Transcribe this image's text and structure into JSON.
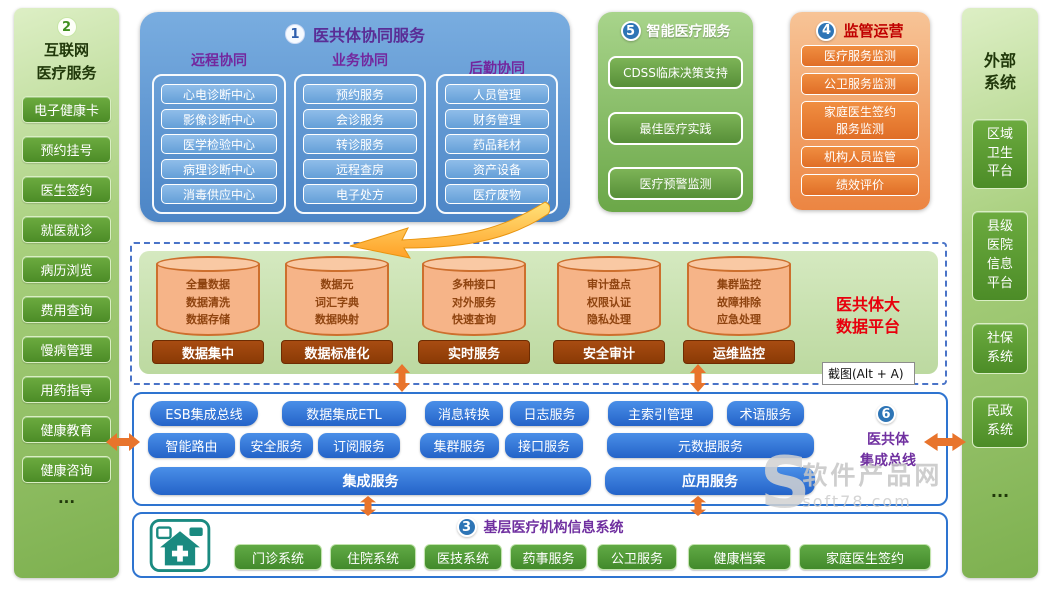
{
  "left_sidebar": {
    "badge": "2",
    "title_lines": [
      "互联网",
      "医疗服务"
    ],
    "items": [
      "电子健康卡",
      "预约挂号",
      "医生签约",
      "就医就诊",
      "病历浏览",
      "费用查询",
      "慢病管理",
      "用药指导",
      "健康教育",
      "健康咨询"
    ],
    "more": "..."
  },
  "collaboration": {
    "badge": "1",
    "title": "医共体协同服务",
    "columns": [
      {
        "header": "远程协同",
        "items": [
          "心电诊断中心",
          "影像诊断中心",
          "医学检验中心",
          "病理诊断中心",
          "消毒供应中心"
        ]
      },
      {
        "header": "业务协同",
        "items": [
          "预约服务",
          "会诊服务",
          "转诊服务",
          "远程查房",
          "电子处方"
        ]
      },
      {
        "header": "后勤协同",
        "items": [
          "人员管理",
          "财务管理",
          "药品耗材",
          "资产设备",
          "医疗废物"
        ]
      }
    ]
  },
  "smart_medical": {
    "badge": "5",
    "title": "智能医疗服务",
    "items": [
      "CDSS临床决策支持",
      "最佳医疗实践",
      "医疗预警监测"
    ]
  },
  "supervision": {
    "badge": "4",
    "title": "监管运营",
    "items": [
      "医疗服务监测",
      "公卫服务监测",
      "家庭医生签约服务监测",
      "机构人员监管",
      "绩效评价"
    ]
  },
  "platform": {
    "title_lines": [
      "医共体大",
      "数据平台"
    ],
    "modules": [
      {
        "lines": [
          "全量数据",
          "数据清洗",
          "数据存储"
        ],
        "label": "数据集中"
      },
      {
        "lines": [
          "数据元",
          "词汇字典",
          "数据映射"
        ],
        "label": "数据标准化"
      },
      {
        "lines": [
          "多种接口",
          "对外服务",
          "快速查询"
        ],
        "label": "实时服务"
      },
      {
        "lines": [
          "审计盘点",
          "权限认证",
          "隐私处理"
        ],
        "label": "安全审计"
      },
      {
        "lines": [
          "集群监控",
          "故障排除",
          "应急处理"
        ],
        "label": "运维监控"
      }
    ]
  },
  "screenshot_tooltip": "截图(Alt + A)",
  "bus": {
    "badge": "6",
    "title_lines": [
      "医共体",
      "集成总线"
    ],
    "row1": [
      "ESB集成总线",
      "数据集成ETL",
      "消息转换",
      "日志服务",
      "主索引管理",
      "术语服务"
    ],
    "row2": [
      "智能路由",
      "安全服务",
      "订阅服务",
      "集群服务",
      "接口服务",
      "元数据服务"
    ],
    "row3": [
      "集成服务",
      "应用服务"
    ]
  },
  "grassroots": {
    "badge": "3",
    "title": "基层医疗机构信息系统",
    "items": [
      "门诊系统",
      "住院系统",
      "医技系统",
      "药事服务",
      "公卫服务",
      "健康档案",
      "家庭医生签约"
    ]
  },
  "external": {
    "title_lines": [
      "外部",
      "系统"
    ],
    "items": [
      "区域卫生平台",
      "县级医院信息平台",
      "社保系统",
      "民政系统"
    ],
    "more": "..."
  },
  "watermark": {
    "s": "S",
    "name": "软件产品网",
    "domain": "soft78.com"
  },
  "colors": {
    "green_accent": "#4c8c27",
    "blue_accent": "#2e74d0",
    "orange_accent": "#ed7d31",
    "purple_text": "#7030a0",
    "red_text": "#c00000"
  }
}
